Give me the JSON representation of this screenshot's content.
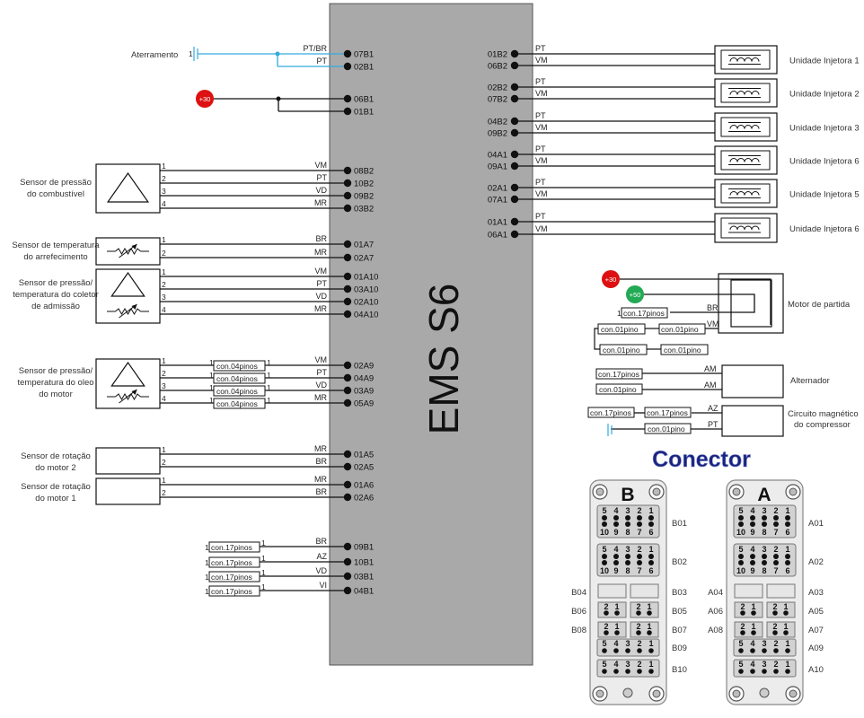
{
  "ecu": {
    "label": "EMS S6",
    "color": "#a9a9a9"
  },
  "colors": {
    "wire": "#111111",
    "ground_wire": "#33aadd",
    "plus30": "#dd1111",
    "plus50": "#22aa55",
    "title": "#1a237e"
  },
  "ground": {
    "label": "Aterramento",
    "pins": [
      {
        "wire": "PT/BR",
        "pin": "07B1"
      },
      {
        "wire": "PT",
        "pin": "02B1"
      }
    ]
  },
  "power30": {
    "label": "+30",
    "pins": [
      "06B1",
      "01B1"
    ]
  },
  "sensors": [
    {
      "id": "fuel",
      "label": [
        "Sensor de pressão",
        "do combustível"
      ],
      "symbol": "triangle",
      "wires": [
        {
          "n": "1",
          "color": "VM",
          "pin": "08B2"
        },
        {
          "n": "2",
          "color": "PT",
          "pin": "10B2"
        },
        {
          "n": "3",
          "color": "VD",
          "pin": "09B2"
        },
        {
          "n": "4",
          "color": "MR",
          "pin": "03B2"
        }
      ]
    },
    {
      "id": "coolant",
      "label": [
        "Sensor de temperatura",
        "do arrefecimento"
      ],
      "symbol": "thermistor",
      "wires": [
        {
          "n": "1",
          "color": "BR",
          "pin": "01A7"
        },
        {
          "n": "2",
          "color": "MR",
          "pin": "02A7"
        }
      ]
    },
    {
      "id": "manifold",
      "label": [
        "Sensor de pressão/",
        "temperatura do coletor",
        "de admissão"
      ],
      "symbol": "both",
      "wires": [
        {
          "n": "1",
          "color": "VM",
          "pin": "01A10"
        },
        {
          "n": "2",
          "color": "PT",
          "pin": "03A10"
        },
        {
          "n": "3",
          "color": "VD",
          "pin": "02A10"
        },
        {
          "n": "4",
          "color": "MR",
          "pin": "04A10"
        }
      ]
    },
    {
      "id": "oil",
      "label": [
        "Sensor de pressão/",
        "temperatura do oleo",
        "do motor"
      ],
      "symbol": "both",
      "connector": "con.04pinos",
      "wires": [
        {
          "n": "1",
          "color": "VM",
          "pin": "02A9"
        },
        {
          "n": "2",
          "color": "PT",
          "pin": "04A9"
        },
        {
          "n": "3",
          "color": "VD",
          "pin": "03A9"
        },
        {
          "n": "4",
          "color": "MR",
          "pin": "05A9"
        }
      ]
    },
    {
      "id": "rot2",
      "label": [
        "Sensor de rotação",
        "do motor 2"
      ],
      "symbol": "none",
      "wires": [
        {
          "n": "1",
          "color": "MR",
          "pin": "01A5"
        },
        {
          "n": "2",
          "color": "BR",
          "pin": "02A5"
        }
      ]
    },
    {
      "id": "rot1",
      "label": [
        "Sensor de rotação",
        "do motor 1"
      ],
      "symbol": "none",
      "wires": [
        {
          "n": "1",
          "color": "MR",
          "pin": "01A6"
        },
        {
          "n": "2",
          "color": "BR",
          "pin": "02A6"
        }
      ]
    }
  ],
  "con17_group": {
    "connector": "con.17pinos",
    "wires": [
      {
        "color": "BR",
        "pin": "09B1"
      },
      {
        "color": "AZ",
        "pin": "10B1"
      },
      {
        "color": "VD",
        "pin": "03B1"
      },
      {
        "color": "VI",
        "pin": "04B1"
      }
    ]
  },
  "injectors": [
    {
      "label": "Unidade Injetora 1",
      "pins": [
        {
          "pin": "01B2",
          "color": "PT"
        },
        {
          "pin": "06B2",
          "color": "VM"
        }
      ]
    },
    {
      "label": "Unidade Injetora 2",
      "pins": [
        {
          "pin": "02B2",
          "color": "PT"
        },
        {
          "pin": "07B2",
          "color": "VM"
        }
      ]
    },
    {
      "label": "Unidade Injetora 3",
      "pins": [
        {
          "pin": "04B2",
          "color": "PT"
        },
        {
          "pin": "09B2",
          "color": "VM"
        }
      ]
    },
    {
      "label": "Unidade Injetora 6",
      "pins": [
        {
          "pin": "04A1",
          "color": "PT"
        },
        {
          "pin": "09A1",
          "color": "VM"
        }
      ]
    },
    {
      "label": "Unidade Injetora 5",
      "pins": [
        {
          "pin": "02A1",
          "color": "PT"
        },
        {
          "pin": "07A1",
          "color": "VM"
        }
      ]
    },
    {
      "label": "Unidade Injetora 6",
      "pins": [
        {
          "pin": "01A1",
          "color": "PT"
        },
        {
          "pin": "06A1",
          "color": "VM"
        }
      ]
    }
  ],
  "starter": {
    "label": "Motor de partida",
    "plus30": "+30",
    "plus50": "+50",
    "br": "BR",
    "vm": "VM",
    "con17": "con.17pinos",
    "con01": "con.01pino",
    "con01s": "con.01pino",
    "pin1": "1"
  },
  "alternator": {
    "label": "Alternador",
    "am1": "AM",
    "am2": "AM",
    "con17": "con.17pinos",
    "con01": "con.01pino"
  },
  "compressor": {
    "label": [
      "Circuito magnético",
      "do compressor"
    ],
    "az": "AZ",
    "pt": "PT",
    "con17a": "con.17pinos",
    "con17b": "con.17pinos",
    "con01": "con.01pino"
  },
  "connector_title": "Conector",
  "connectors": {
    "B": {
      "letter": "B",
      "labels_right": [
        "B01",
        "B02",
        "B03",
        "B05",
        "B07",
        "B09",
        "B10"
      ],
      "labels_left": [
        "B04",
        "B06",
        "B08"
      ]
    },
    "A": {
      "letter": "A",
      "labels_right": [
        "A01",
        "A02",
        "A03",
        "A05",
        "A07",
        "A09",
        "A10"
      ],
      "labels_left": [
        "A04",
        "A06",
        "A08"
      ]
    },
    "grid_top": [
      "5",
      "4",
      "3",
      "2",
      "1"
    ],
    "grid_bottom": [
      "10",
      "9",
      "8",
      "7",
      "6"
    ],
    "pair": [
      "2",
      "1"
    ]
  }
}
